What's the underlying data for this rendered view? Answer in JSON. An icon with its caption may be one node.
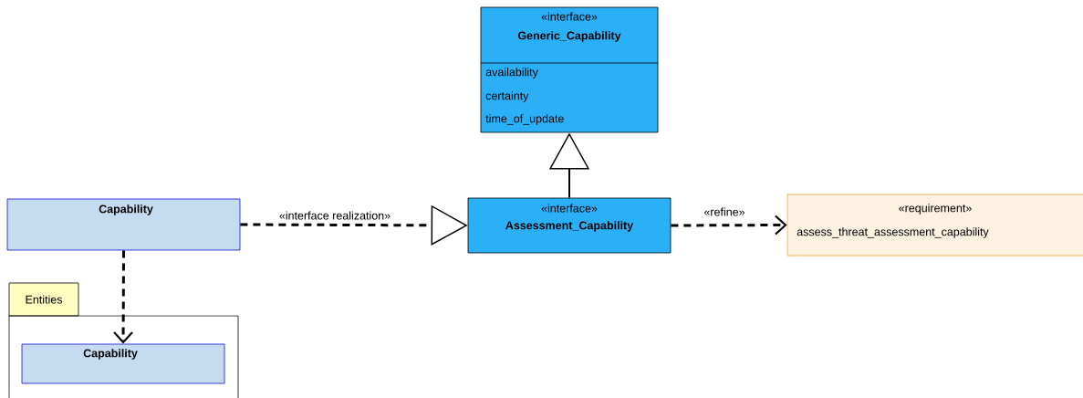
{
  "diagram": {
    "nodes": [
      {
        "text": [
          "«interface»",
          "Generic_Capability",
          "availability",
          "certainty",
          "time_of_update"
        ]
      },
      {
        "text": [
          "Capability"
        ]
      },
      {
        "text": [
          "«interface»",
          "Assessment_Capability"
        ]
      },
      {
        "text": [
          "«requirement»",
          "assess_threat_assessment_capability"
        ]
      },
      {
        "text": [
          "Entities"
        ]
      },
      {
        "text": [
          "Capability"
        ],
        "in": 4
      }
    ],
    "edges": [
      {
        "from": 2,
        "to": 0,
        "arrow": "to"
      },
      {
        "from": 1,
        "to": 2,
        "arrow": "to",
        "label": "«interface realization»",
        "style": "dashed"
      },
      {
        "from": 2,
        "to": 3,
        "arrow": "to",
        "label": "«refine»",
        "style": "dashed"
      },
      {
        "from": 1,
        "to": 5,
        "arrow": "to",
        "style": "dashed"
      }
    ]
  }
}
